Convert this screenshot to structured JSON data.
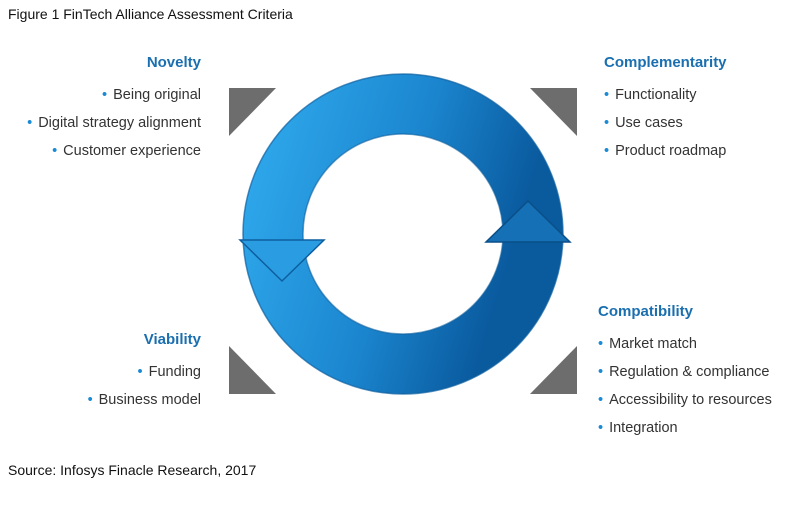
{
  "figure_title": "Figure 1 FinTech Alliance Assessment Criteria",
  "source": "Source: Infosys Finacle Research, 2017",
  "criteria": {
    "novelty": {
      "title": "Novelty",
      "items": [
        "Being original",
        "Digital strategy alignment",
        "Customer experience"
      ]
    },
    "complementarity": {
      "title": "Complementarity",
      "items": [
        "Functionality",
        "Use cases",
        "Product roadmap"
      ]
    },
    "viability": {
      "title": "Viability",
      "items": [
        "Funding",
        "Business model"
      ]
    },
    "compatibility": {
      "title": "Compatibility",
      "items": [
        "Market match",
        "Regulation & compliance",
        "Accessibility to resources",
        "Integration"
      ]
    }
  },
  "bullet": "•",
  "colors": {
    "title": "#1a6fb0",
    "ring_light": "#2aa0e6",
    "ring_dark": "#0a5a9e",
    "corner": "#6d6d6d"
  }
}
